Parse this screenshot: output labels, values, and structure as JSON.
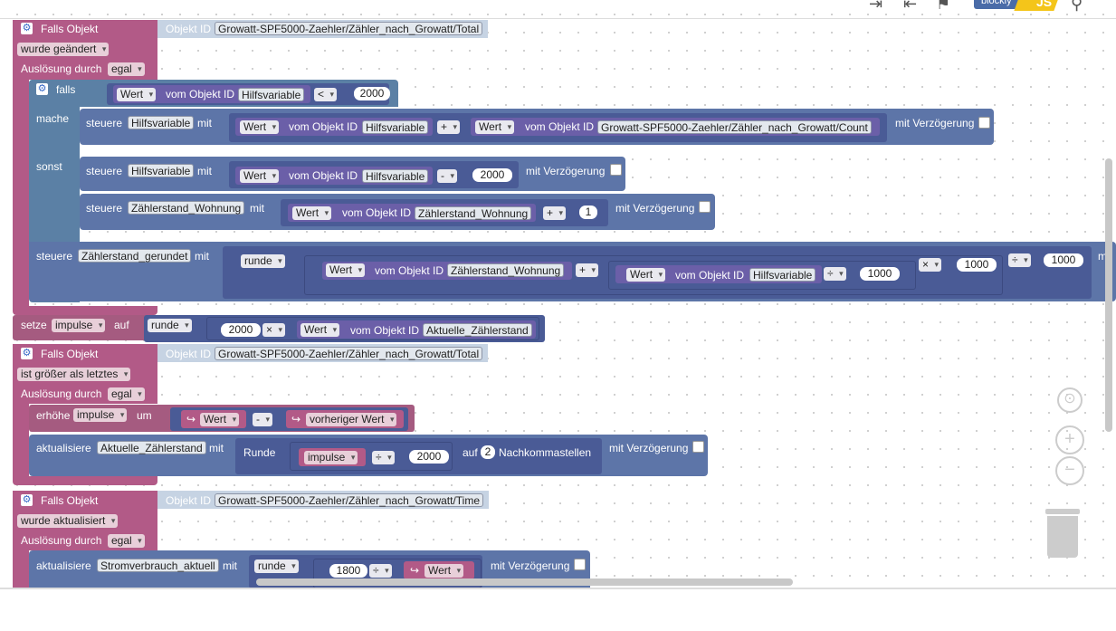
{
  "toolbar": {
    "icons": [
      "export-icon",
      "import-icon",
      "checkered-flag-icon"
    ],
    "blockly_label": "blockly",
    "js_label": "JS",
    "search_icon": "search-icon"
  },
  "colors": {
    "event": "#b25a87",
    "control": "#5b80a5",
    "action": "#5d75a8",
    "object_pill": "#c6d3e3"
  },
  "blocks": {
    "b1": {
      "falls_objekt": "Falls Objekt",
      "objekt_id_label": "Objekt ID",
      "objekt_id": "Growatt-SPF5000-Zaehler/Zähler_nach_Growatt/Total",
      "condition": "wurde geändert",
      "ausloesung_label": "Auslösung durch",
      "ausloesung": "egal",
      "falls": "falls",
      "wert": "Wert",
      "vom_objekt_id": "vom Objekt ID",
      "hilfsvariable": "Hilfsvariable",
      "lt": "<",
      "n2000": "2000",
      "mache": "mache",
      "sonst": "sonst",
      "steuere": "steuere",
      "mit": "mit",
      "plus": "+",
      "minus": "-",
      "count_id": "Growatt-SPF5000-Zaehler/Zähler_nach_Growatt/Count",
      "mit_verzoegerung": "mit Verzögerung",
      "zaehlerstand_wohnung": "Zählerstand_Wohnung",
      "one": "1",
      "zaehlerstand_gerundet": "Zählerstand_gerundet",
      "runde": "runde",
      "div": "÷",
      "mul": "×",
      "n1000": "1000",
      "cut_m": "m"
    },
    "b2": {
      "setze": "setze",
      "impulse": "impulse",
      "auf": "auf",
      "runde": "runde",
      "n2000": "2000",
      "mul": "×",
      "wert": "Wert",
      "vom_objekt_id": "vom Objekt ID",
      "aktuelle": "Aktuelle_Zählerstand"
    },
    "b3": {
      "falls_objekt": "Falls Objekt",
      "objekt_id_label": "Objekt ID",
      "objekt_id": "Growatt-SPF5000-Zaehler/Zähler_nach_Growatt/Total",
      "condition": "ist größer als letztes",
      "ausloesung_label": "Auslösung durch",
      "ausloesung": "egal",
      "erhoehe": "erhöhe",
      "impulse": "impulse",
      "um": "um",
      "wert": "Wert",
      "minus": "-",
      "vorheriger_wert": "vorheriger Wert",
      "aktualisiere": "aktualisiere",
      "aktuelle": "Aktuelle_Zählerstand",
      "mit": "mit",
      "Runde": "Runde",
      "div": "÷",
      "n2000": "2000",
      "auf": "auf",
      "n2": "2",
      "nachkommastellen": "Nachkommastellen",
      "mit_verzoegerung": "mit Verzögerung"
    },
    "b4": {
      "falls_objekt": "Falls Objekt",
      "objekt_id_label": "Objekt ID",
      "objekt_id": "Growatt-SPF5000-Zaehler/Zähler_nach_Growatt/Time",
      "condition": "wurde aktualisiert",
      "ausloesung_label": "Auslösung durch",
      "ausloesung": "egal",
      "aktualisiere": "aktualisiere",
      "stromverbrauch": "Stromverbrauch_aktuell",
      "mit": "mit",
      "runde": "runde",
      "n1800": "1800",
      "div": "÷",
      "wert": "Wert",
      "mit_verzoegerung": "mit Verzögerung"
    }
  },
  "side_controls": {
    "center_icon": "target-icon",
    "zoom_in_icon": "zoom-in-icon",
    "zoom_out_icon": "zoom-out-icon",
    "trash_icon": "trash-icon"
  }
}
